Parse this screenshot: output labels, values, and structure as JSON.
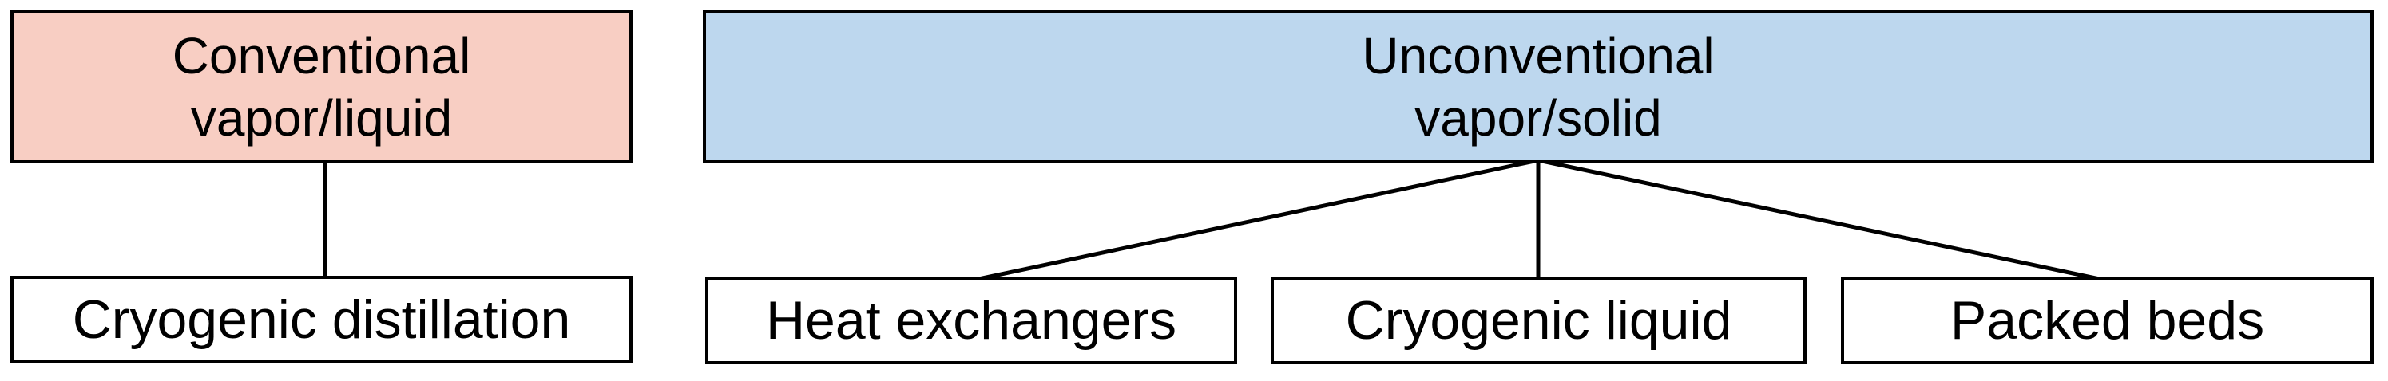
{
  "diagram": {
    "parents": {
      "conventional": {
        "line1": "Conventional",
        "line2": "vapor/liquid",
        "fill": "#f8cec3"
      },
      "unconventional": {
        "line1": "Unconventional",
        "line2": "vapor/solid",
        "fill": "#bdd7ee"
      }
    },
    "children": {
      "cryogenic_distillation": {
        "label": "Cryogenic distillation",
        "parent": "conventional"
      },
      "heat_exchangers": {
        "label": "Heat exchangers",
        "parent": "unconventional"
      },
      "cryogenic_liquid": {
        "label": "Cryogenic liquid",
        "parent": "unconventional"
      },
      "packed_beds": {
        "label": "Packed beds",
        "parent": "unconventional"
      }
    },
    "colors": {
      "border": "#000000",
      "connector_line": "#000000",
      "child_fill": "#ffffff",
      "background": "#ffffff",
      "text": "#000000"
    }
  }
}
